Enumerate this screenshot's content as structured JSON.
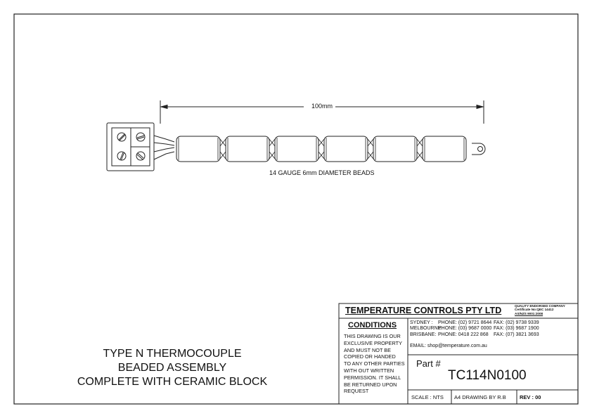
{
  "drawing": {
    "dimension_label": "100mm",
    "bead_note": "14 GAUGE 6mm DIAMETER BEADS",
    "title_lines": [
      "TYPE N THERMOCOUPLE",
      "BEADED ASSEMBLY",
      "COMPLETE WITH CERAMIC BLOCK"
    ]
  },
  "title_block": {
    "company": "TEMPERATURE CONTROLS PTY LTD",
    "quality": [
      "QUALITY ENDORSED COMPANY",
      "Certificate No:QEC 14412",
      "AS/NZS 9001:2008"
    ],
    "conditions_heading": "CONDITIONS",
    "conditions_text": [
      "THIS DRAWING IS OUR",
      "EXCLUSIVE PROPERTY",
      "AND MUST NOT BE",
      "COPIED OR HANDED",
      "TO ANY OTHER PARTIES",
      "WITH OUT WRITTEN",
      "PERMISSION. IT SHALL",
      "BE RETURNED UPON",
      "REQUEST"
    ],
    "offices": [
      {
        "city": "SYDNEY :",
        "phone": "PHONE: (02) 9721 8644",
        "fax": "FAX: (02) 9738 9339"
      },
      {
        "city": "MELBOURNE:",
        "phone": "PHONE: (03) 9687 0000",
        "fax": "FAX: (03) 9687 1900"
      },
      {
        "city": "BRISBANE:",
        "phone": "PHONE: 0418 222 868",
        "fax": "FAX: (07) 3821 3693"
      }
    ],
    "email": "EMAIL: shop@temperature.com.au",
    "part_label": "Part #",
    "part_number": "TC114N0100",
    "scale": "SCALE : NTS",
    "drawing_by": "A4 DRAWING BY R.B",
    "rev": "REV : 00"
  }
}
